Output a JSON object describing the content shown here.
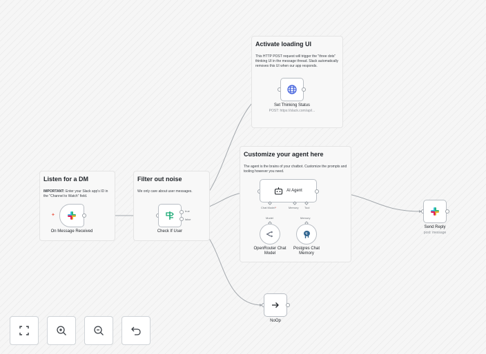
{
  "stickies": {
    "listen": {
      "title": "Listen for a DM",
      "important_label": "IMPORTANT:",
      "text": " Enter your Slack app's ID in the \"Channel to Watch\" field."
    },
    "filter": {
      "title": "Filter out noise",
      "text": "We only care about user messages."
    },
    "loading": {
      "title": "Activate loading UI",
      "text": "This HTTP POST request will trigger the \"three dots\" thinking UI in the message thread. Slack automatically removes this UI when our app responds."
    },
    "customize": {
      "title": "Customize your agent here",
      "text": "The agent is the brains of your chatbot. Customize the prompts and tooling however you need."
    }
  },
  "nodes": {
    "trigger": {
      "label": "On Message Received",
      "icon": "slack-icon"
    },
    "filter": {
      "label": "Check If User",
      "icon": "signpost-icon",
      "out_true": "true",
      "out_false": "false"
    },
    "thinking": {
      "label": "Set Thinking Status",
      "subtitle": "POST: https://slack.com/api/...",
      "icon": "globe-icon"
    },
    "agent": {
      "label": "AI Agent",
      "icon": "robot-icon",
      "port_chat_model": "Chat Model",
      "port_required": "*",
      "port_memory": "Memory",
      "port_tool": "Tool"
    },
    "openrouter": {
      "label": "OpenRouter Chat Model",
      "port": "Model",
      "icon": "openrouter-icon"
    },
    "postgres": {
      "label": "Postgres Chat Memory",
      "port": "Memory",
      "icon": "postgres-icon"
    },
    "reply": {
      "label": "Send Reply",
      "subtitle": "post: message",
      "icon": "slack-icon"
    },
    "noop": {
      "label": "NoOp",
      "icon": "arrow-right-icon"
    }
  },
  "controls": [
    {
      "name": "fit-view-button",
      "icon": "fit-view-icon"
    },
    {
      "name": "zoom-in-button",
      "icon": "zoom-in-icon"
    },
    {
      "name": "zoom-out-button",
      "icon": "zoom-out-icon"
    },
    {
      "name": "reset-zoom-button",
      "icon": "undo-icon"
    }
  ],
  "colors": {
    "slack_blue": "#36C5F0",
    "slack_green": "#2EB67D",
    "slack_yellow": "#ECB22E",
    "slack_red": "#E01E5A",
    "filter_green": "#19a974",
    "http_blue": "#3b5bdb",
    "postgres_blue": "#336791",
    "trigger_bolt": "#ea6b5b",
    "wire": "#a3a8ad"
  }
}
